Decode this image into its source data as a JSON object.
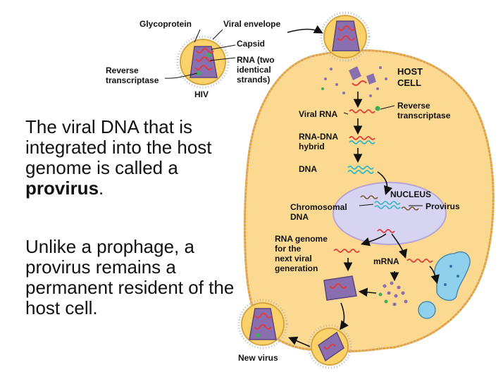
{
  "text": {
    "para1_part1": "The viral DNA that is integrated into the host genome is called a ",
    "para1_bold": "provirus",
    "para1_end": ".",
    "para2": "Unlike a prophage, a provirus remains a permanent resident of the host cell."
  },
  "labels": {
    "glycoprotein": "Glycoprotein",
    "viral_envelope": "Viral envelope",
    "capsid": "Capsid",
    "rna_line1": "RNA (two",
    "rna_line2": "identical",
    "rna_line3": "strands)",
    "reverse_line1": "Reverse",
    "reverse_line2": "transcriptase",
    "hiv": "HIV",
    "host_line1": "HOST",
    "host_line2": "CELL",
    "viral_rna": "Viral RNA",
    "rt_line1": "Reverse",
    "rt_line2": "transcriptase",
    "rnadna_line1": "RNA-DNA",
    "rnadna_line2": "hybrid",
    "dna": "DNA",
    "nucleus": "NUCLEUS",
    "chrom_line1": "Chromosomal",
    "chrom_line2": "DNA",
    "provirus": "Provirus",
    "rnagen_line1": "RNA genome",
    "rnagen_line2": "for the",
    "rnagen_line3": "next viral",
    "rnagen_line4": "generation",
    "mrna": "mRNA",
    "new_virus": "New virus"
  },
  "colors": {
    "cell_fill": "#fcd990",
    "cell_border": "#e8a23a",
    "nucleus_fill": "#d6d4f0",
    "capsid_fill": "#8a6fb0",
    "rna_red": "#e23b3b",
    "dna_teal": "#2fb6c8",
    "vesicle_blue": "#8fd0ec",
    "protein_green": "#3cae5a"
  }
}
